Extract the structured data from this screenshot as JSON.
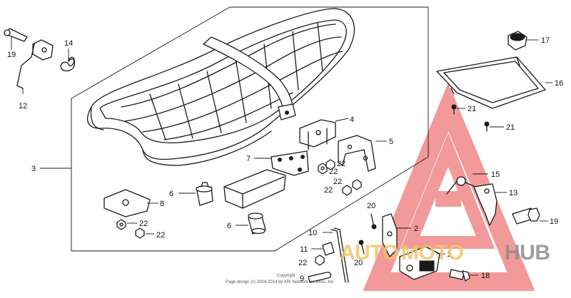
{
  "labels": {
    "p3": "3",
    "p4": "4",
    "p5": "5",
    "p6a": "6",
    "p6b": "6",
    "p7": "7",
    "p8": "8",
    "p9": "9",
    "p10": "10",
    "p11": "11",
    "p12": "12",
    "p13": "13",
    "p14": "14",
    "p15": "15",
    "p16": "16",
    "p17": "17",
    "p18": "18",
    "p19a": "19",
    "p19b": "19",
    "p20a": "20",
    "p20b": "20",
    "p21a": "21",
    "p21b": "21",
    "p22a": "22",
    "p22b": "22",
    "p22c": "22",
    "p22d": "22",
    "p22e": "22",
    "p22f": "22",
    "p1": "1",
    "p2": "2"
  },
  "copyright": {
    "line1": "Copyright",
    "line2": "Page design (c) 2004-2014 by ARI Network Services, Inc."
  },
  "watermark": {
    "text_auto": "AUTO",
    "text_moto": "MOTO",
    "text_hub": "HUB",
    "color_red": "#f08080",
    "color_gold": "#f2c46a",
    "color_gray": "#8c8c8c"
  }
}
